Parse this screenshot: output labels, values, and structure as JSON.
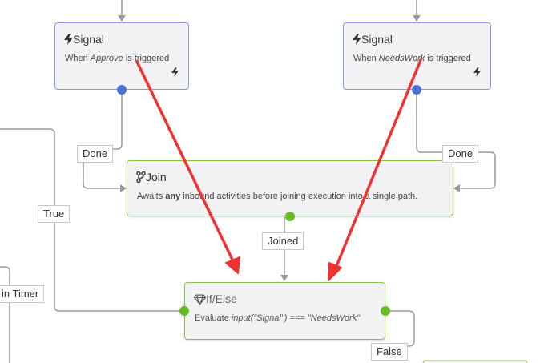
{
  "nodes": {
    "signal_approve": {
      "title": "Signal",
      "desc_prefix": "When ",
      "desc_signal": "Approve",
      "desc_suffix": " is triggered"
    },
    "signal_needswork": {
      "title": "Signal",
      "desc_prefix": "When ",
      "desc_signal": "NeedsWork",
      "desc_suffix": " is triggered"
    },
    "join": {
      "title": "Join",
      "desc_prefix": "Awaits ",
      "desc_bold": "any",
      "desc_suffix": " inbound activities before joining execution into a single path."
    },
    "ifelse": {
      "title": "If/Else",
      "desc_prefix": "Evaluate ",
      "desc_expr": "input(\"Signal\") === \"NeedsWork\""
    }
  },
  "edge_labels": {
    "done_left": "Done",
    "done_right": "Done",
    "joined": "Joined",
    "true": "True",
    "false": "False",
    "timer_partial": "in Timer"
  },
  "colors": {
    "connector_blue": "#4a6fd8",
    "connector_green": "#66bb22",
    "edge_gray": "#9a9a9a",
    "annotation_arrow": "#ee3333"
  }
}
